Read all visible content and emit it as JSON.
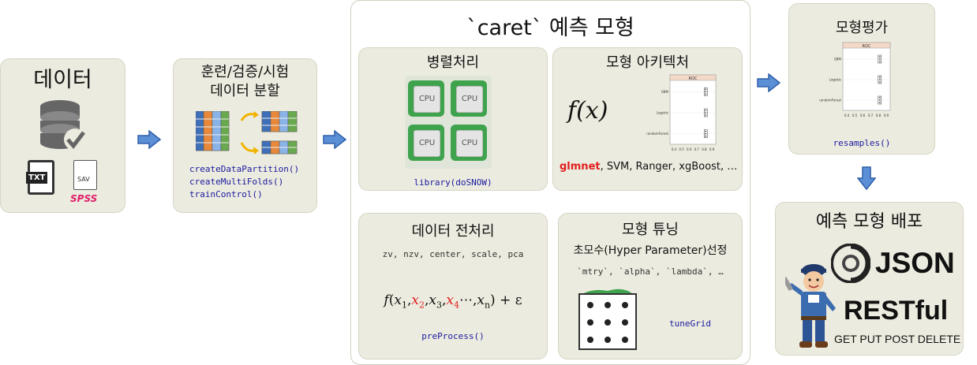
{
  "data_box": {
    "title": "데이터",
    "txt_label": "TXT",
    "sav_label": "SAV",
    "spss_label": "SPSS"
  },
  "split_box": {
    "title_line1": "훈련/검증/시험",
    "title_line2": "데이터 분할",
    "functions": [
      "createDataPartition()",
      "createMultiFolds()",
      "trainControl()"
    ]
  },
  "caret_box": {
    "title": "`caret` 예측 모형"
  },
  "parallel_box": {
    "title": "병렬처리",
    "cpu_label": "CPU",
    "code": "library(doSNOW)"
  },
  "architecture_box": {
    "title": "모형 아키텍처",
    "formula": "f(x)",
    "models_highlight": "glmnet",
    "models_rest": ", SVM, Ranger, xgBoost, …",
    "mini_chart": {
      "title": "ROC",
      "models": [
        "GBM",
        "Logistic",
        "randomForest"
      ],
      "ticks": [
        "0.4",
        "0.5",
        "0.6",
        "0.7",
        "0.8",
        "0.9"
      ]
    }
  },
  "preprocess_box": {
    "title": "데이터 전처리",
    "options": "zv, nzv, center, scale, pca",
    "formula": {
      "f": "f",
      "terms": [
        {
          "var": "x",
          "sub": "1",
          "red": false
        },
        {
          "var": "x",
          "sub": "2",
          "red": true
        },
        {
          "var": "x",
          "sub": "3",
          "red": false
        },
        {
          "var": "x",
          "sub": "4",
          "red": true
        }
      ],
      "ellipsis": "⋯",
      "last": {
        "var": "x",
        "sub": "n"
      },
      "tail": "+ ε"
    },
    "code": "preProcess()"
  },
  "tuning_box": {
    "title": "모형 튜닝",
    "subtitle": "초모수(Hyper Parameter)선정",
    "params": "`mtry`, `alpha`, `lambda`, …",
    "code": "tuneGrid"
  },
  "eval_box": {
    "title": "모형평가",
    "code": "resamples()",
    "mini_chart": {
      "title": "ROC",
      "models": [
        "GBM",
        "Logistic",
        "randomForest"
      ],
      "ticks": [
        "0.4",
        "0.5",
        "0.6",
        "0.7",
        "0.8",
        "0.9"
      ]
    }
  },
  "deploy_box": {
    "title": "예측 모형 배포",
    "json_label": "JSON",
    "rest_label": "RESTful",
    "methods": "GET PUT POST DELETE"
  },
  "colors": {
    "panel": "#ecebdf",
    "arrow": "#5b8fd6",
    "code": "#1a1aa0",
    "highlight": "#e02020",
    "chip": "#3fa34d"
  }
}
